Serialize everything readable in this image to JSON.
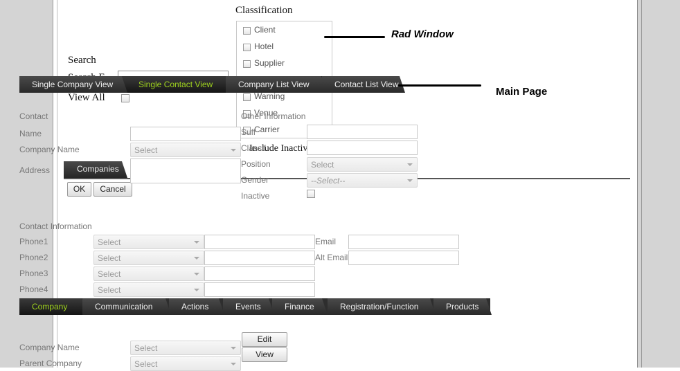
{
  "rad_window": {
    "classification_title": "Classification",
    "classification_items": [
      {
        "label": "Client"
      },
      {
        "label": "Hotel"
      },
      {
        "label": "Supplier"
      },
      {
        "label": "Warning"
      },
      {
        "label": "Venue"
      },
      {
        "label": "Carrier"
      }
    ],
    "search_label": "Search",
    "search_by_label": "Search E",
    "view_all_label": "View All",
    "include_inactive_label": "Include Inactiv",
    "companies_tab": "Companies",
    "ok_label": "OK",
    "cancel_label": "Cancel"
  },
  "annotations": {
    "rad_window": "Rad Window",
    "main_page": "Main Page"
  },
  "top_tabs": [
    {
      "label": "Single Company View"
    },
    {
      "label": "Single Contact View"
    },
    {
      "label": "Company List View"
    },
    {
      "label": "Contact List View"
    }
  ],
  "contact": {
    "section_label": "Contact",
    "name_label": "Name",
    "company_name_label": "Company Name",
    "company_select": "Select",
    "address_label": "Address",
    "other_info_label": "Other Information",
    "suffix_label": "Suff",
    "classification_label": "Classif",
    "position_label": "Position",
    "position_select": "Select",
    "gender_label": "Gender",
    "gender_select": "--Select--",
    "inactive_label": "Inactive"
  },
  "contact_info": {
    "section_label": "Contact Information",
    "phones": [
      {
        "label": "Phone1",
        "select": "Select"
      },
      {
        "label": "Phone2",
        "select": "Select"
      },
      {
        "label": "Phone3",
        "select": "Select"
      },
      {
        "label": "Phone4",
        "select": "Select"
      }
    ],
    "email_label": "Email",
    "alt_email_label": "Alt Email"
  },
  "bottom_tabs": [
    {
      "label": "Company"
    },
    {
      "label": "Communication"
    },
    {
      "label": "Actions"
    },
    {
      "label": "Events"
    },
    {
      "label": "Finance"
    },
    {
      "label": "Registration/Function"
    },
    {
      "label": "Products"
    }
  ],
  "company": {
    "company_name_label": "Company Name",
    "company_select": "Select",
    "parent_company_label": "Parent Company",
    "parent_select": "Select",
    "edit_label": "Edit",
    "view_label": "View"
  }
}
